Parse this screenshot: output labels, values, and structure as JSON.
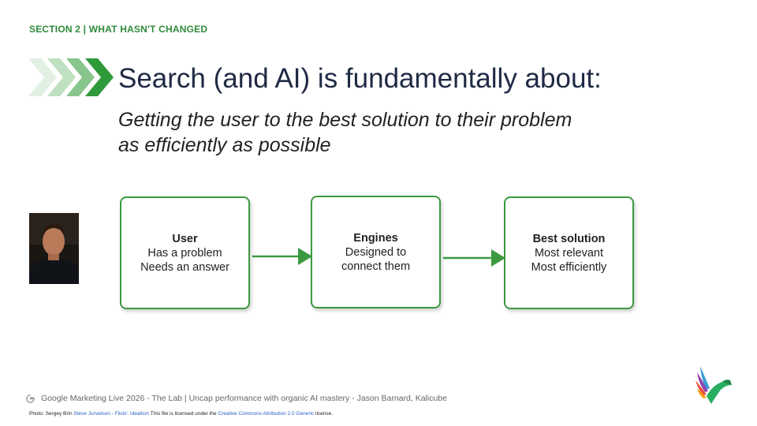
{
  "section_label": "SECTION 2 | WHAT HASN'T CHANGED",
  "title": "Search (and AI) is fundamentally about:",
  "subtitle": {
    "line1": "Getting the user to the best solution to their problem",
    "line2": "as efficiently as possible"
  },
  "flow": [
    {
      "head": "User",
      "line1": "Has a problem",
      "line2": "Needs an answer"
    },
    {
      "head": "Engines",
      "line1": "Designed to",
      "line2": "connect them"
    },
    {
      "head": "Best solution",
      "line1": "Most relevant",
      "line2": "Most efficiently"
    }
  ],
  "footer": {
    "icon": "google-g-icon",
    "text": "Google Marketing Live 2026 - The Lab  |  Uncap performance with organic AI mastery - Jason Barnard, Kalicube"
  },
  "credit": {
    "prefix": "Photo: Sergey Brin ",
    "link1": "Steve Jurvetson - Flickr: Idealism",
    "middle": " This file is licensed under the ",
    "link2": "Creative Commons Attribution 2.0 Generic",
    "suffix": " license."
  },
  "colors": {
    "accent_green": "#3b9a40",
    "section_green": "#2e8b3a",
    "title_navy": "#1f2a44",
    "link_blue": "#2a5fc7"
  }
}
